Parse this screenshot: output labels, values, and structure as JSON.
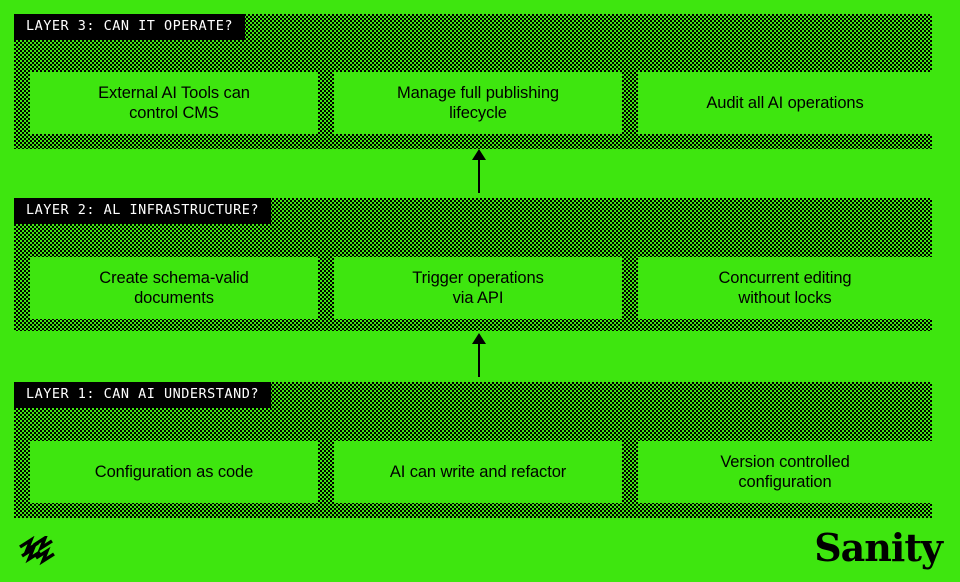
{
  "theme": {
    "background": "#3ee60f",
    "ink": "#000000",
    "chip_text": "#ffffff"
  },
  "layers": [
    {
      "id": "layer-3",
      "label": "LAYER 3: CAN IT OPERATE?",
      "cards": [
        {
          "lines": [
            "External AI Tools can",
            "control CMS"
          ]
        },
        {
          "lines": [
            "Manage full publishing",
            "lifecycle"
          ]
        },
        {
          "lines": [
            "Audit all AI operations"
          ]
        }
      ]
    },
    {
      "id": "layer-2",
      "label": "LAYER 2: AL INFRASTRUCTURE?",
      "cards": [
        {
          "lines": [
            "Create schema-valid",
            "documents"
          ]
        },
        {
          "lines": [
            "Trigger operations",
            "via API"
          ]
        },
        {
          "lines": [
            "Concurrent editing",
            "without locks"
          ]
        }
      ]
    },
    {
      "id": "layer-1",
      "label": "LAYER 1: CAN AI UNDERSTAND?",
      "cards": [
        {
          "lines": [
            "Configuration as code"
          ]
        },
        {
          "lines": [
            "AI can write and refactor"
          ]
        },
        {
          "lines": [
            "Version controlled",
            "configuration"
          ]
        }
      ]
    }
  ],
  "connectors": [
    {
      "id": "arrow-layer2-to-layer3",
      "direction": "up"
    },
    {
      "id": "arrow-layer1-to-layer2",
      "direction": "up"
    }
  ],
  "footer": {
    "wordmark": "Sanity",
    "logo_icon": "sanity-zigzag-mark"
  }
}
